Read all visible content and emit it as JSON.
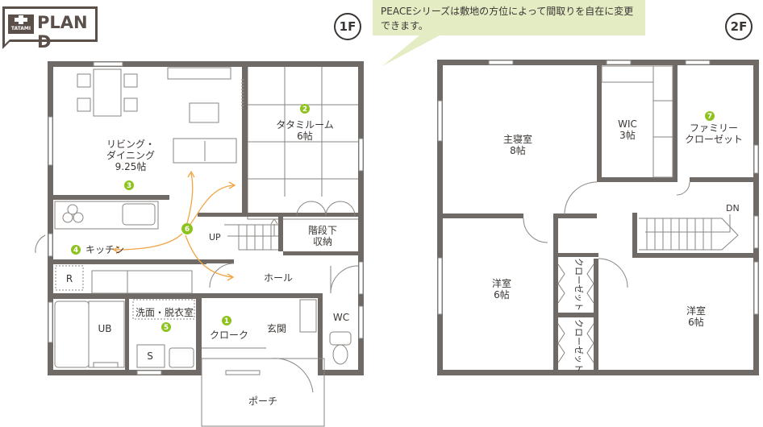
{
  "logo": {
    "badge_text": "TATAMI",
    "plan": "PLAN D"
  },
  "note": "PEACEシリーズは敷地の方位によって間取りを自在に変更できます。",
  "floors": {
    "first": "1F",
    "second": "2F"
  },
  "first_floor": {
    "living": [
      "リビング・",
      "ダイニング",
      "9.25帖"
    ],
    "tatami": [
      "タタミルーム",
      "6帖"
    ],
    "stair_storage": [
      "階段下",
      "収納"
    ],
    "kitchen": "キッチン",
    "refrigerator": "R",
    "up": "UP",
    "hall": "ホール",
    "bath": "UB",
    "washroom": "洗面・脱衣室",
    "storage_s": "S",
    "cloak": "クローク",
    "entrance": "玄関",
    "wc": "WC",
    "porch": "ポーチ",
    "markers": [
      "1",
      "2",
      "3",
      "4",
      "5",
      "6"
    ]
  },
  "second_floor": {
    "master": [
      "主寝室",
      "8帖"
    ],
    "wic": [
      "WIC",
      "3帖"
    ],
    "family_closet": [
      "ファミリー",
      "クローゼット"
    ],
    "dn": "DN",
    "western1": [
      "洋室",
      "6帖"
    ],
    "western2": [
      "洋室",
      "6帖"
    ],
    "closet1": "クローゼット",
    "closet2": "クローゼット",
    "marker": "7"
  },
  "colors": {
    "wall": "#6f6a66",
    "marker": "#8dc21f",
    "flow": "#f2a544",
    "callout": "#e4ecc4"
  }
}
